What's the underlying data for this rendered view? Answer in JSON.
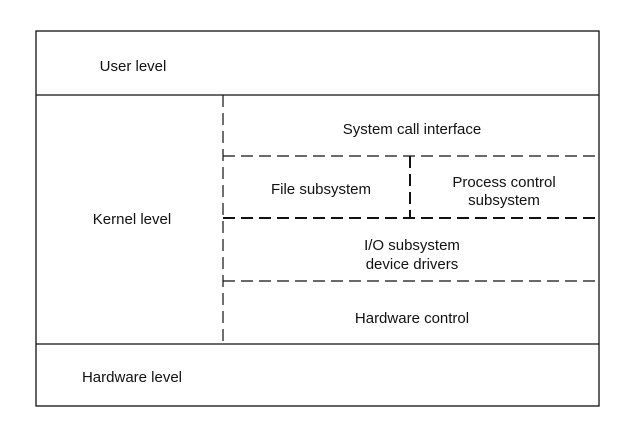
{
  "diagram": {
    "user_level": "User level",
    "kernel_level": "Kernel level",
    "hardware_level": "Hardware level",
    "system_call_interface": "System call interface",
    "file_subsystem": "File subsystem",
    "process_control": {
      "line1": "Process control",
      "line2": "subsystem"
    },
    "io_subsystem": {
      "line1": "I/O subsystem",
      "line2": "device drivers"
    },
    "hardware_control": "Hardware control"
  }
}
